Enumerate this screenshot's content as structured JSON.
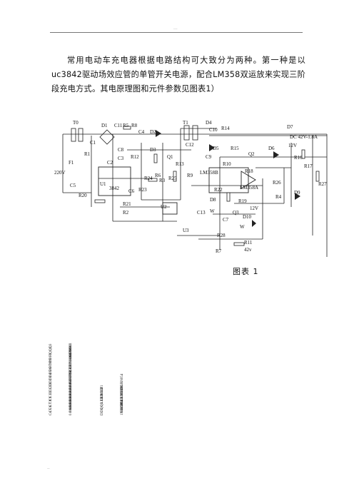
{
  "header": {
    "mark": "···"
  },
  "body_text": "常用电动车充电器根据电路结构可大致分为两种。第一种是以uc3842驱动场效应管的单管开关电源，配合LM358双运放来实现三阶段充电方式。其电原理图和元件参数见图表1）",
  "figure": {
    "caption": "图表 1",
    "labels": {
      "t0": "T0",
      "d1": "D1",
      "c11": "C11",
      "r5": "R5",
      "r8": "R8",
      "c4": "C4",
      "d2": "D2",
      "d3": "D3",
      "r12": "R12",
      "c8": "C8",
      "c3": "C3",
      "c1": "C1",
      "r1": "R1",
      "f1": "F1",
      "v220": "220V",
      "c5": "C5",
      "r20": "R20",
      "c2": "C2",
      "u1": "U1",
      "ic3842": "3842",
      "c6": "C6",
      "r23": "R23",
      "r3": "R3",
      "r24": "R24",
      "r6": "R6",
      "r25": "R25",
      "q1": "Q1",
      "r13": "R13",
      "r9": "R9",
      "t1": "T1",
      "d4": "D4",
      "c10": "C10",
      "r14": "R14",
      "c12": "C12",
      "d5": "D5",
      "c9": "C9",
      "r15": "R15",
      "r10": "R10",
      "q2": "Q2",
      "d6": "D6",
      "d7": "D7",
      "dc_out": "DC 42V-1.8A",
      "v12a": "12V",
      "r16": "R16",
      "r17": "R17",
      "r18": "R18",
      "lm358b": "LM358B",
      "lm358a": "LM358A",
      "r26": "R26",
      "r27": "R27",
      "d9": "D9",
      "r4": "R4",
      "r22": "R22",
      "d8": "D8",
      "r19": "R19",
      "v12b": "12V",
      "q3": "Q3",
      "d10": "D10",
      "r21": "R21",
      "r2": "R2",
      "u2": "U2",
      "c13": "C13",
      "c7": "C7",
      "w": "W",
      "w2": "W",
      "u3": "U3",
      "r28": "R28",
      "r7": "R7",
      "r11": "R11",
      "v42": "42v"
    }
  },
  "parts_table": {
    "columns": [
      [
        "C4",
        "C5",
        "C6",
        "C7",
        "C8",
        "C9",
        "C10",
        "C11",
        "C12",
        "C13",
        "D1",
        "D2",
        "D3",
        "D4",
        "D5",
        "D6",
        "D7",
        "D8",
        "D9",
        "D10",
        "F1",
        "Q1",
        "Q2",
        "Q3"
      ],
      [
        "0.01uF",
        "0.01uF",
        "0.01uF",
        "0.01uF",
        "0.01uF",
        "0.01uF",
        "0.01uF",
        "0.01uF",
        "0.01uF",
        "0.01uF",
        "1N4007*4",
        "FR107",
        "FR107",
        "FR307",
        "FR307",
        "LED",
        "LED",
        "1N4148",
        "1N4148",
        "1N4148",
        "1.5A",
        "2N60",
        "9012",
        "9013"
      ],
      [
        "D1",
        "D3",
        "Q1",
        "Q3",
        "LED",
        "LED",
        "LM358",
        "U3",
        "U2",
        "T1"
      ],
      [
        "1N4007*4",
        "FR158",
        "K1358",
        "9013",
        "LED",
        "LED",
        "LM358",
        "TL431",
        "PC817",
        "TGAN054"
      ]
    ]
  },
  "footer": {
    "mark": "··"
  }
}
